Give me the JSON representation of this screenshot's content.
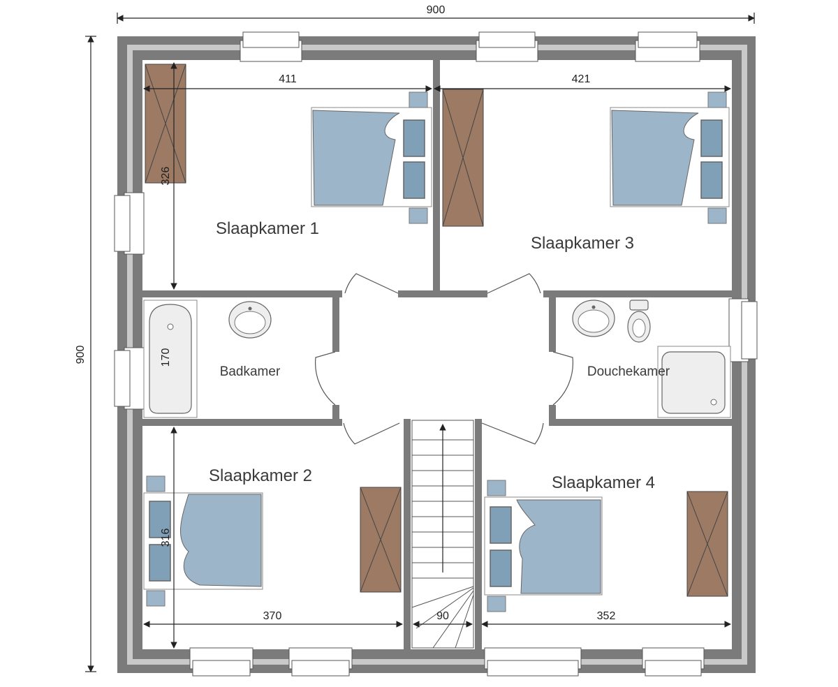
{
  "plan": {
    "rooms": {
      "slaapkamer1": "Slaapkamer 1",
      "slaapkamer2": "Slaapkamer 2",
      "slaapkamer3": "Slaapkamer 3",
      "slaapkamer4": "Slaapkamer 4",
      "badkamer": "Badkamer",
      "douchekamer": "Douchekamer"
    },
    "dimensions": {
      "overall_width": "900",
      "overall_height": "900",
      "slaapkamer1_width": "411",
      "slaapkamer3_width": "421",
      "slaapkamer1_depth": "326",
      "badkamer_depth": "170",
      "slaapkamer2_depth": "316",
      "slaapkamer2_width": "370",
      "stair_width": "90",
      "slaapkamer4_width": "352"
    },
    "colors": {
      "wall": "#7b7b7b",
      "bed": "#9db5c8",
      "wardrobe": "#9c7a64"
    }
  }
}
